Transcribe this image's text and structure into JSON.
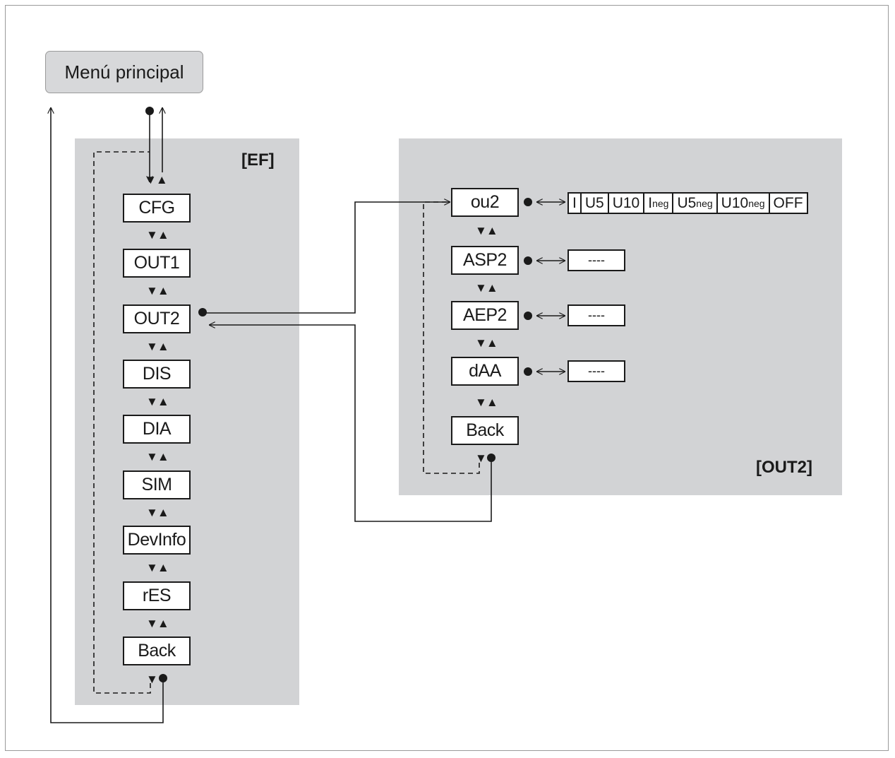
{
  "main_menu_label": "Menú principal",
  "ef_panel": {
    "label": "[EF]",
    "items": [
      "CFG",
      "OUT1",
      "OUT2",
      "DIS",
      "DIA",
      "SIM",
      "DevInfo",
      "rES",
      "Back"
    ]
  },
  "out2_panel": {
    "label": "[OUT2]",
    "items": [
      "ou2",
      "ASP2",
      "AEP2",
      "dAA",
      "Back"
    ],
    "ou2_options": [
      {
        "text": "I",
        "sub": ""
      },
      {
        "text": "U5",
        "sub": ""
      },
      {
        "text": "U10",
        "sub": ""
      },
      {
        "text": "I",
        "sub": "neg"
      },
      {
        "text": "U5",
        "sub": "neg"
      },
      {
        "text": "U10",
        "sub": "neg"
      },
      {
        "text": "OFF",
        "sub": ""
      }
    ],
    "value_placeholder": "----"
  },
  "nav_symbol": "▼▲",
  "colors": {
    "panel": "#d2d3d5",
    "line": "#1a1a1a",
    "frame": "#9a9a9a"
  }
}
